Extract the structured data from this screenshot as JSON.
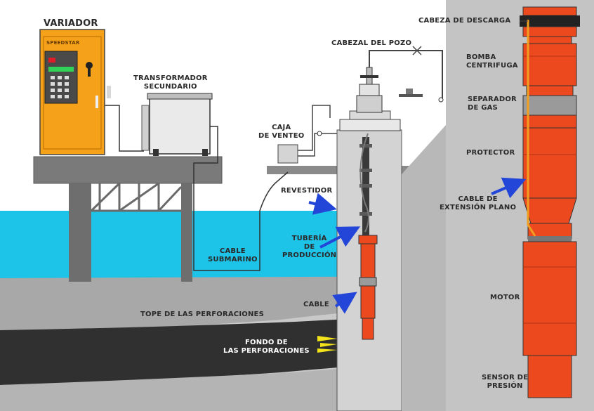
{
  "labels": {
    "variador": "VARIADOR",
    "cabinet_brand": "SPEEDSTAR",
    "transformador": [
      "TRANSFORMADOR",
      "SECUNDARIO"
    ],
    "cabezal": "CABEZAL DEL POZO",
    "caja": [
      "CAJA",
      "DE VENTEO"
    ],
    "revestidor": "REVESTIDOR",
    "tuberia": [
      "TUBERÍA",
      "DE",
      "PRODUCCIÓN"
    ],
    "cable_submarino": [
      "CABLE",
      "SUBMARINO"
    ],
    "cable": "CABLE",
    "tope": "TOPE DE LAS PERFORACIONES",
    "fondo": [
      "FONDO DE",
      "LAS PERFORACIONES"
    ],
    "cabeza_descarga": "CABEZA DE DESCARGA",
    "bomba": [
      "BOMBA",
      "CENTRIFUGA"
    ],
    "separador": [
      "SEPARADOR",
      "DE GAS"
    ],
    "protector": "PROTECTOR",
    "cable_extension": [
      "CABLE DE",
      "EXTENSIÓN PLANO"
    ],
    "motor": "MOTOR",
    "sensor": [
      "SENSOR DE",
      "PRESIÓN"
    ]
  },
  "colors": {
    "sea": "#1ec3e8",
    "platform": "#7a7a7a",
    "equipment_orange": "#f5a21a",
    "pump_red": "#ec4a1e",
    "casing": "#d0d0d0",
    "arrow_blue": "#2346d8",
    "cable_line": "#f0a020",
    "perforation_yellow": "#f2e31a"
  }
}
